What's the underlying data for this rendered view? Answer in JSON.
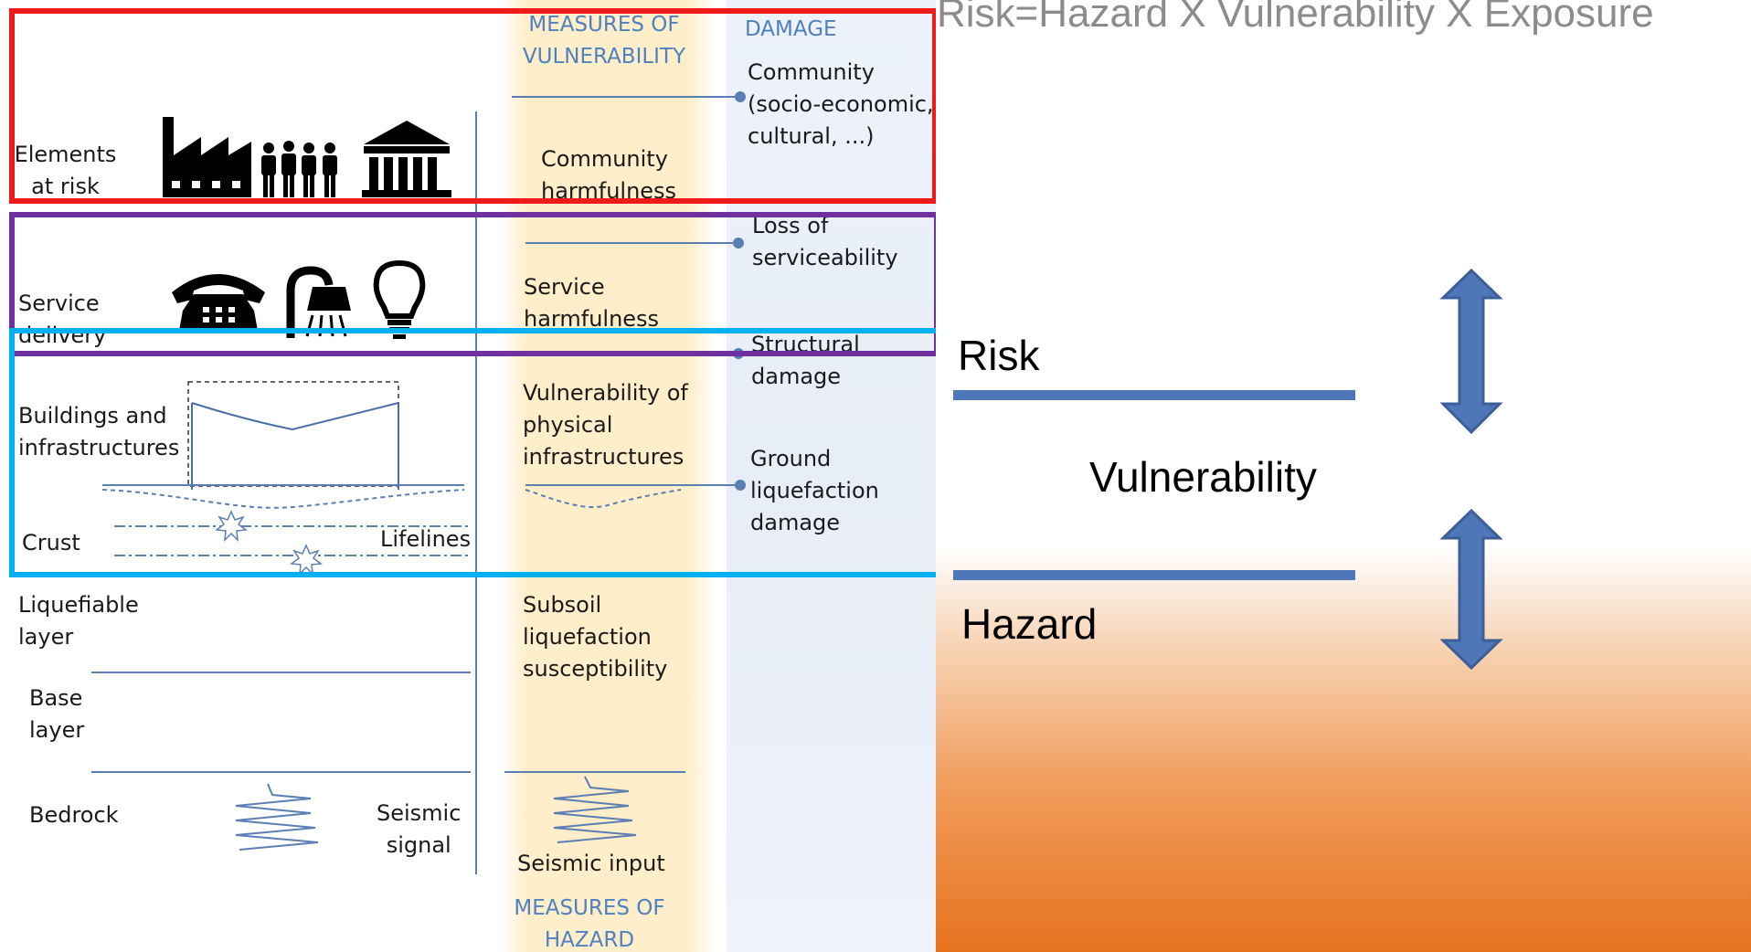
{
  "diagram": {
    "header_vulnerability": "MEASURES OF\nVULNERABILITY",
    "header_damage": "DAMAGE",
    "header_hazard": "MEASURES OF\nHAZARD",
    "left_labels": {
      "elements_at_risk": "Elements\nat risk",
      "service_delivery": "Service\ndelivery",
      "buildings": "Buildings and\ninfrastructures",
      "crust": "Crust",
      "lifelines": "Lifelines",
      "liquefiable_layer": "Liquefiable\nlayer",
      "base_layer": "Base\nlayer",
      "bedrock": "Bedrock",
      "seismic_signal": "Seismic\nsignal"
    },
    "measures": {
      "community_harmfulness": "Community\nharmfulness",
      "service_harmfulness": "Service\nharmfulness",
      "vulnerability_physical": "Vulnerability of\nphysical\ninfrastructures",
      "subsoil": "Subsoil\nliquefaction\nsusceptibility",
      "seismic_input": "Seismic input"
    },
    "damage": {
      "community": "Community\n(socio-economic,\ncultural, ...)",
      "loss_of_serviceability": "Loss of\nserviceability",
      "structural_damage": "Structural\ndamage",
      "ground_liquefaction": "Ground\nliquefaction\ndamage"
    },
    "icons": [
      "factory-icon",
      "people-icon",
      "building-icon",
      "telephone-icon",
      "shower-icon",
      "lightbulb-icon",
      "explosion-icon",
      "seismic-wave-icon"
    ]
  },
  "right": {
    "equation": "Risk=Hazard X Vulnerability X Exposure",
    "risk": "Risk",
    "vulnerability": "Vulnerability",
    "hazard": "Hazard"
  },
  "colors": {
    "frame_red": "#ef1a1a",
    "frame_purple": "#7030a0",
    "frame_blue": "#00b0f0",
    "bar_blue": "#4f76b8",
    "header_blue": "#4f80c0",
    "gradient_orange": "#e6721e"
  }
}
